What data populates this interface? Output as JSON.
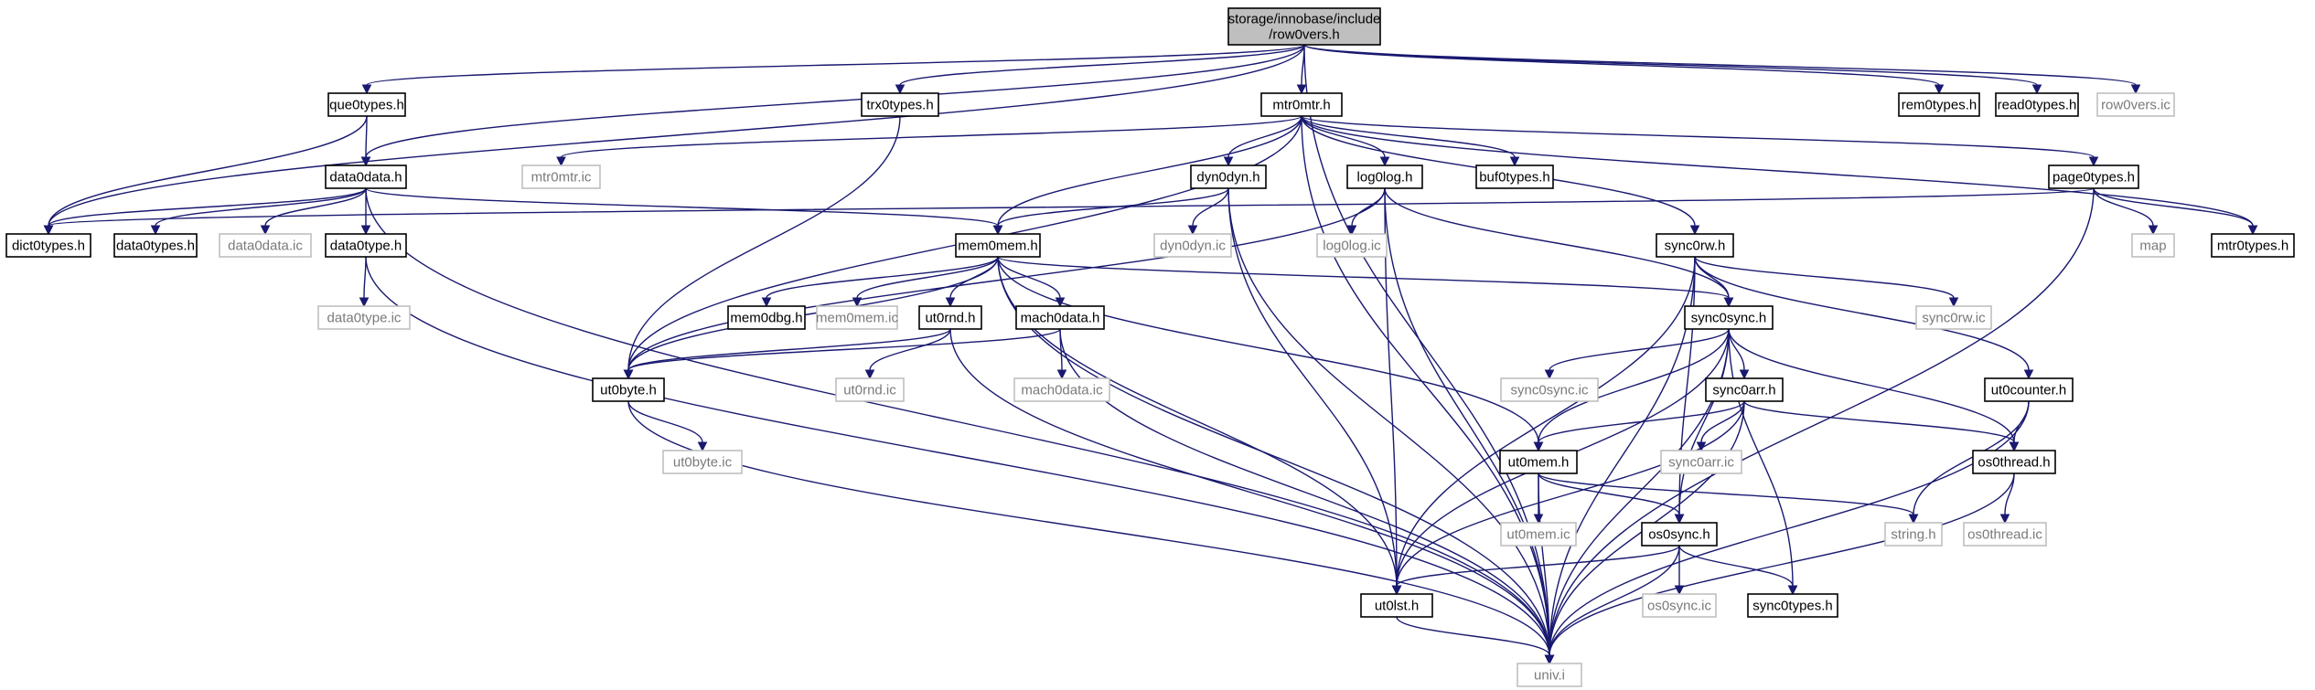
{
  "colors": {
    "edge": "#191970",
    "root_fill": "#bfbfbf",
    "node_fill": "#ffffff",
    "node_border": "#000000",
    "external_border": "#bfbfbf",
    "external_text": "#7a7a7a"
  },
  "graph": {
    "nodes": [
      {
        "id": "root",
        "label": "storage/innobase/include\n/row0vers.h",
        "kind": "root"
      },
      {
        "id": "que0types",
        "label": "que0types.h",
        "kind": "file"
      },
      {
        "id": "trx0types",
        "label": "trx0types.h",
        "kind": "file"
      },
      {
        "id": "mtr0mtr",
        "label": "mtr0mtr.h",
        "kind": "file"
      },
      {
        "id": "rem0types",
        "label": "rem0types.h",
        "kind": "file"
      },
      {
        "id": "read0types",
        "label": "read0types.h",
        "kind": "file"
      },
      {
        "id": "row0vers_ic",
        "label": "row0vers.ic",
        "kind": "external"
      },
      {
        "id": "data0data",
        "label": "data0data.h",
        "kind": "file"
      },
      {
        "id": "mtr0mtr_ic",
        "label": "mtr0mtr.ic",
        "kind": "external"
      },
      {
        "id": "dyn0dyn",
        "label": "dyn0dyn.h",
        "kind": "file"
      },
      {
        "id": "log0log",
        "label": "log0log.h",
        "kind": "file"
      },
      {
        "id": "buf0types",
        "label": "buf0types.h",
        "kind": "file"
      },
      {
        "id": "page0types",
        "label": "page0types.h",
        "kind": "file"
      },
      {
        "id": "dict0types",
        "label": "dict0types.h",
        "kind": "file"
      },
      {
        "id": "data0types",
        "label": "data0types.h",
        "kind": "file"
      },
      {
        "id": "data0data_ic",
        "label": "data0data.ic",
        "kind": "external"
      },
      {
        "id": "data0type",
        "label": "data0type.h",
        "kind": "file"
      },
      {
        "id": "mem0mem",
        "label": "mem0mem.h",
        "kind": "file"
      },
      {
        "id": "dyn0dyn_ic",
        "label": "dyn0dyn.ic",
        "kind": "external"
      },
      {
        "id": "log0log_ic",
        "label": "log0log.ic",
        "kind": "external"
      },
      {
        "id": "sync0rw",
        "label": "sync0rw.h",
        "kind": "file"
      },
      {
        "id": "map",
        "label": "map",
        "kind": "external"
      },
      {
        "id": "mtr0types",
        "label": "mtr0types.h",
        "kind": "file"
      },
      {
        "id": "data0type_ic",
        "label": "data0type.ic",
        "kind": "external"
      },
      {
        "id": "mem0dbg",
        "label": "mem0dbg.h",
        "kind": "file"
      },
      {
        "id": "mem0mem_ic",
        "label": "mem0mem.ic",
        "kind": "external"
      },
      {
        "id": "ut0rnd",
        "label": "ut0rnd.h",
        "kind": "file"
      },
      {
        "id": "mach0data",
        "label": "mach0data.h",
        "kind": "file"
      },
      {
        "id": "sync0sync",
        "label": "sync0sync.h",
        "kind": "file"
      },
      {
        "id": "sync0rw_ic",
        "label": "sync0rw.ic",
        "kind": "external"
      },
      {
        "id": "ut0byte",
        "label": "ut0byte.h",
        "kind": "file"
      },
      {
        "id": "ut0rnd_ic",
        "label": "ut0rnd.ic",
        "kind": "external"
      },
      {
        "id": "mach0data_ic",
        "label": "mach0data.ic",
        "kind": "external"
      },
      {
        "id": "sync0sync_ic",
        "label": "sync0sync.ic",
        "kind": "external"
      },
      {
        "id": "sync0arr",
        "label": "sync0arr.h",
        "kind": "file"
      },
      {
        "id": "ut0counter",
        "label": "ut0counter.h",
        "kind": "file"
      },
      {
        "id": "ut0byte_ic",
        "label": "ut0byte.ic",
        "kind": "external"
      },
      {
        "id": "ut0mem",
        "label": "ut0mem.h",
        "kind": "file"
      },
      {
        "id": "sync0arr_ic",
        "label": "sync0arr.ic",
        "kind": "external"
      },
      {
        "id": "os0thread",
        "label": "os0thread.h",
        "kind": "file"
      },
      {
        "id": "ut0mem_ic",
        "label": "ut0mem.ic",
        "kind": "external"
      },
      {
        "id": "os0sync",
        "label": "os0sync.h",
        "kind": "file"
      },
      {
        "id": "string",
        "label": "string.h",
        "kind": "external"
      },
      {
        "id": "os0thread_ic",
        "label": "os0thread.ic",
        "kind": "external"
      },
      {
        "id": "os0sync_ic",
        "label": "os0sync.ic",
        "kind": "external"
      },
      {
        "id": "ut0lst",
        "label": "ut0lst.h",
        "kind": "file"
      },
      {
        "id": "sync0types",
        "label": "sync0types.h",
        "kind": "file"
      },
      {
        "id": "univ",
        "label": "univ.i",
        "kind": "external"
      }
    ],
    "edges": [
      [
        "root",
        "que0types"
      ],
      [
        "root",
        "trx0types"
      ],
      [
        "root",
        "mtr0mtr"
      ],
      [
        "root",
        "rem0types"
      ],
      [
        "root",
        "read0types"
      ],
      [
        "root",
        "row0vers_ic"
      ],
      [
        "root",
        "data0data"
      ],
      [
        "root",
        "dict0types"
      ],
      [
        "root",
        "univ"
      ],
      [
        "que0types",
        "data0data"
      ],
      [
        "que0types",
        "dict0types"
      ],
      [
        "trx0types",
        "ut0byte"
      ],
      [
        "mtr0mtr",
        "mtr0mtr_ic"
      ],
      [
        "mtr0mtr",
        "dyn0dyn"
      ],
      [
        "mtr0mtr",
        "log0log"
      ],
      [
        "mtr0mtr",
        "buf0types"
      ],
      [
        "mtr0mtr",
        "page0types"
      ],
      [
        "mtr0mtr",
        "mtr0types"
      ],
      [
        "mtr0mtr",
        "sync0rw"
      ],
      [
        "mtr0mtr",
        "mem0mem"
      ],
      [
        "mtr0mtr",
        "ut0byte"
      ],
      [
        "mtr0mtr",
        "univ"
      ],
      [
        "data0data",
        "dict0types"
      ],
      [
        "data0data",
        "data0types"
      ],
      [
        "data0data",
        "data0data_ic"
      ],
      [
        "data0data",
        "data0type"
      ],
      [
        "data0data",
        "mem0mem"
      ],
      [
        "data0data",
        "univ"
      ],
      [
        "dyn0dyn",
        "dyn0dyn_ic"
      ],
      [
        "dyn0dyn",
        "mem0mem"
      ],
      [
        "dyn0dyn",
        "ut0lst"
      ],
      [
        "dyn0dyn",
        "univ"
      ],
      [
        "log0log",
        "log0log_ic"
      ],
      [
        "log0log",
        "sync0sync"
      ],
      [
        "log0log",
        "ut0byte"
      ],
      [
        "log0log",
        "ut0lst"
      ],
      [
        "log0log",
        "univ"
      ],
      [
        "page0types",
        "dict0types"
      ],
      [
        "page0types",
        "map"
      ],
      [
        "page0types",
        "mtr0types"
      ],
      [
        "page0types",
        "univ"
      ],
      [
        "data0type",
        "data0type_ic"
      ],
      [
        "data0type",
        "univ"
      ],
      [
        "mem0mem",
        "mem0dbg"
      ],
      [
        "mem0mem",
        "mem0mem_ic"
      ],
      [
        "mem0mem",
        "ut0rnd"
      ],
      [
        "mem0mem",
        "mach0data"
      ],
      [
        "mem0mem",
        "sync0sync"
      ],
      [
        "mem0mem",
        "ut0mem"
      ],
      [
        "mem0mem",
        "ut0byte"
      ],
      [
        "mem0mem",
        "ut0lst"
      ],
      [
        "mem0mem",
        "univ"
      ],
      [
        "sync0rw",
        "sync0rw_ic"
      ],
      [
        "sync0rw",
        "sync0sync"
      ],
      [
        "sync0rw",
        "ut0counter"
      ],
      [
        "sync0rw",
        "os0sync"
      ],
      [
        "sync0rw",
        "ut0lst"
      ],
      [
        "sync0rw",
        "univ"
      ],
      [
        "ut0rnd",
        "ut0rnd_ic"
      ],
      [
        "ut0rnd",
        "ut0byte"
      ],
      [
        "ut0rnd",
        "univ"
      ],
      [
        "mach0data",
        "mach0data_ic"
      ],
      [
        "mach0data",
        "ut0byte"
      ],
      [
        "mach0data",
        "univ"
      ],
      [
        "sync0sync",
        "sync0sync_ic"
      ],
      [
        "sync0sync",
        "sync0arr"
      ],
      [
        "sync0sync",
        "ut0mem"
      ],
      [
        "sync0sync",
        "os0thread"
      ],
      [
        "sync0sync",
        "os0sync"
      ],
      [
        "sync0sync",
        "sync0types"
      ],
      [
        "sync0sync",
        "ut0lst"
      ],
      [
        "sync0sync",
        "univ"
      ],
      [
        "ut0byte",
        "ut0byte_ic"
      ],
      [
        "ut0byte",
        "univ"
      ],
      [
        "sync0arr",
        "sync0arr_ic"
      ],
      [
        "sync0arr",
        "ut0mem"
      ],
      [
        "sync0arr",
        "os0thread"
      ],
      [
        "sync0arr",
        "ut0lst"
      ],
      [
        "sync0arr",
        "univ"
      ],
      [
        "ut0counter",
        "os0thread"
      ],
      [
        "ut0counter",
        "string"
      ],
      [
        "ut0counter",
        "univ"
      ],
      [
        "ut0mem",
        "ut0mem_ic"
      ],
      [
        "ut0mem",
        "os0sync"
      ],
      [
        "ut0mem",
        "string"
      ],
      [
        "ut0mem",
        "univ"
      ],
      [
        "os0thread",
        "os0thread_ic"
      ],
      [
        "os0thread",
        "univ"
      ],
      [
        "os0sync",
        "os0sync_ic"
      ],
      [
        "os0sync",
        "ut0lst"
      ],
      [
        "os0sync",
        "sync0types"
      ],
      [
        "os0sync",
        "univ"
      ],
      [
        "ut0lst",
        "univ"
      ]
    ]
  }
}
